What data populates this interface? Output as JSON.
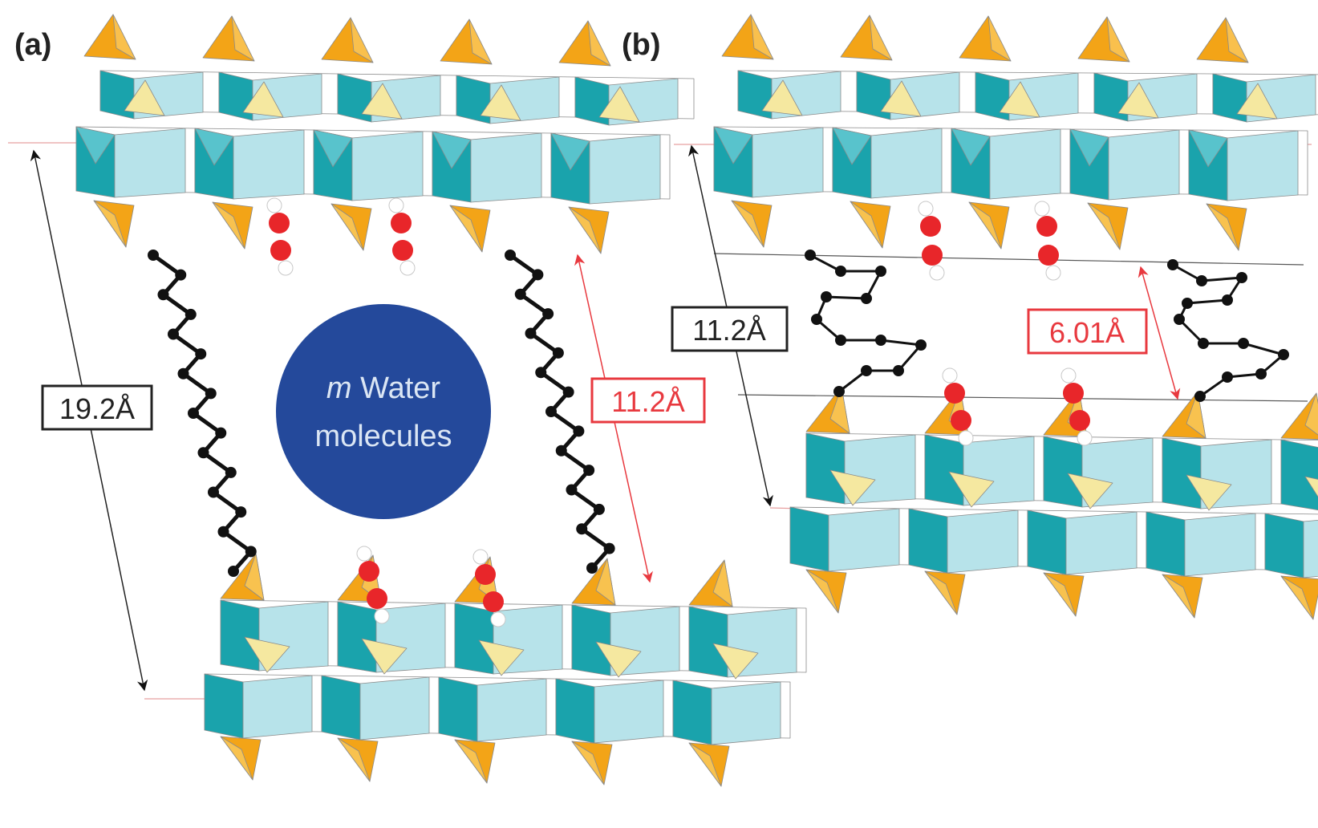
{
  "panel_a": {
    "label": "(a)",
    "interlayer_distance": "19.2Å",
    "chain_length": "11.2Å",
    "water_italic": "m",
    "water_line1": " Water",
    "water_line2": "molecules"
  },
  "panel_b": {
    "label": "(b)",
    "interlayer_distance": "11.2Å",
    "chain_gap": "6.01Å"
  },
  "colors": {
    "teal_dark": "#1aa3ac",
    "teal_light": "#b7e3ea",
    "tetra_orange": "#f3a417",
    "tetra_yellow": "#f5e8a0",
    "water_blue": "#24499b",
    "red_label": "#e8393f",
    "oxygen_red": "#e8262a",
    "carbon_black": "#111111"
  }
}
